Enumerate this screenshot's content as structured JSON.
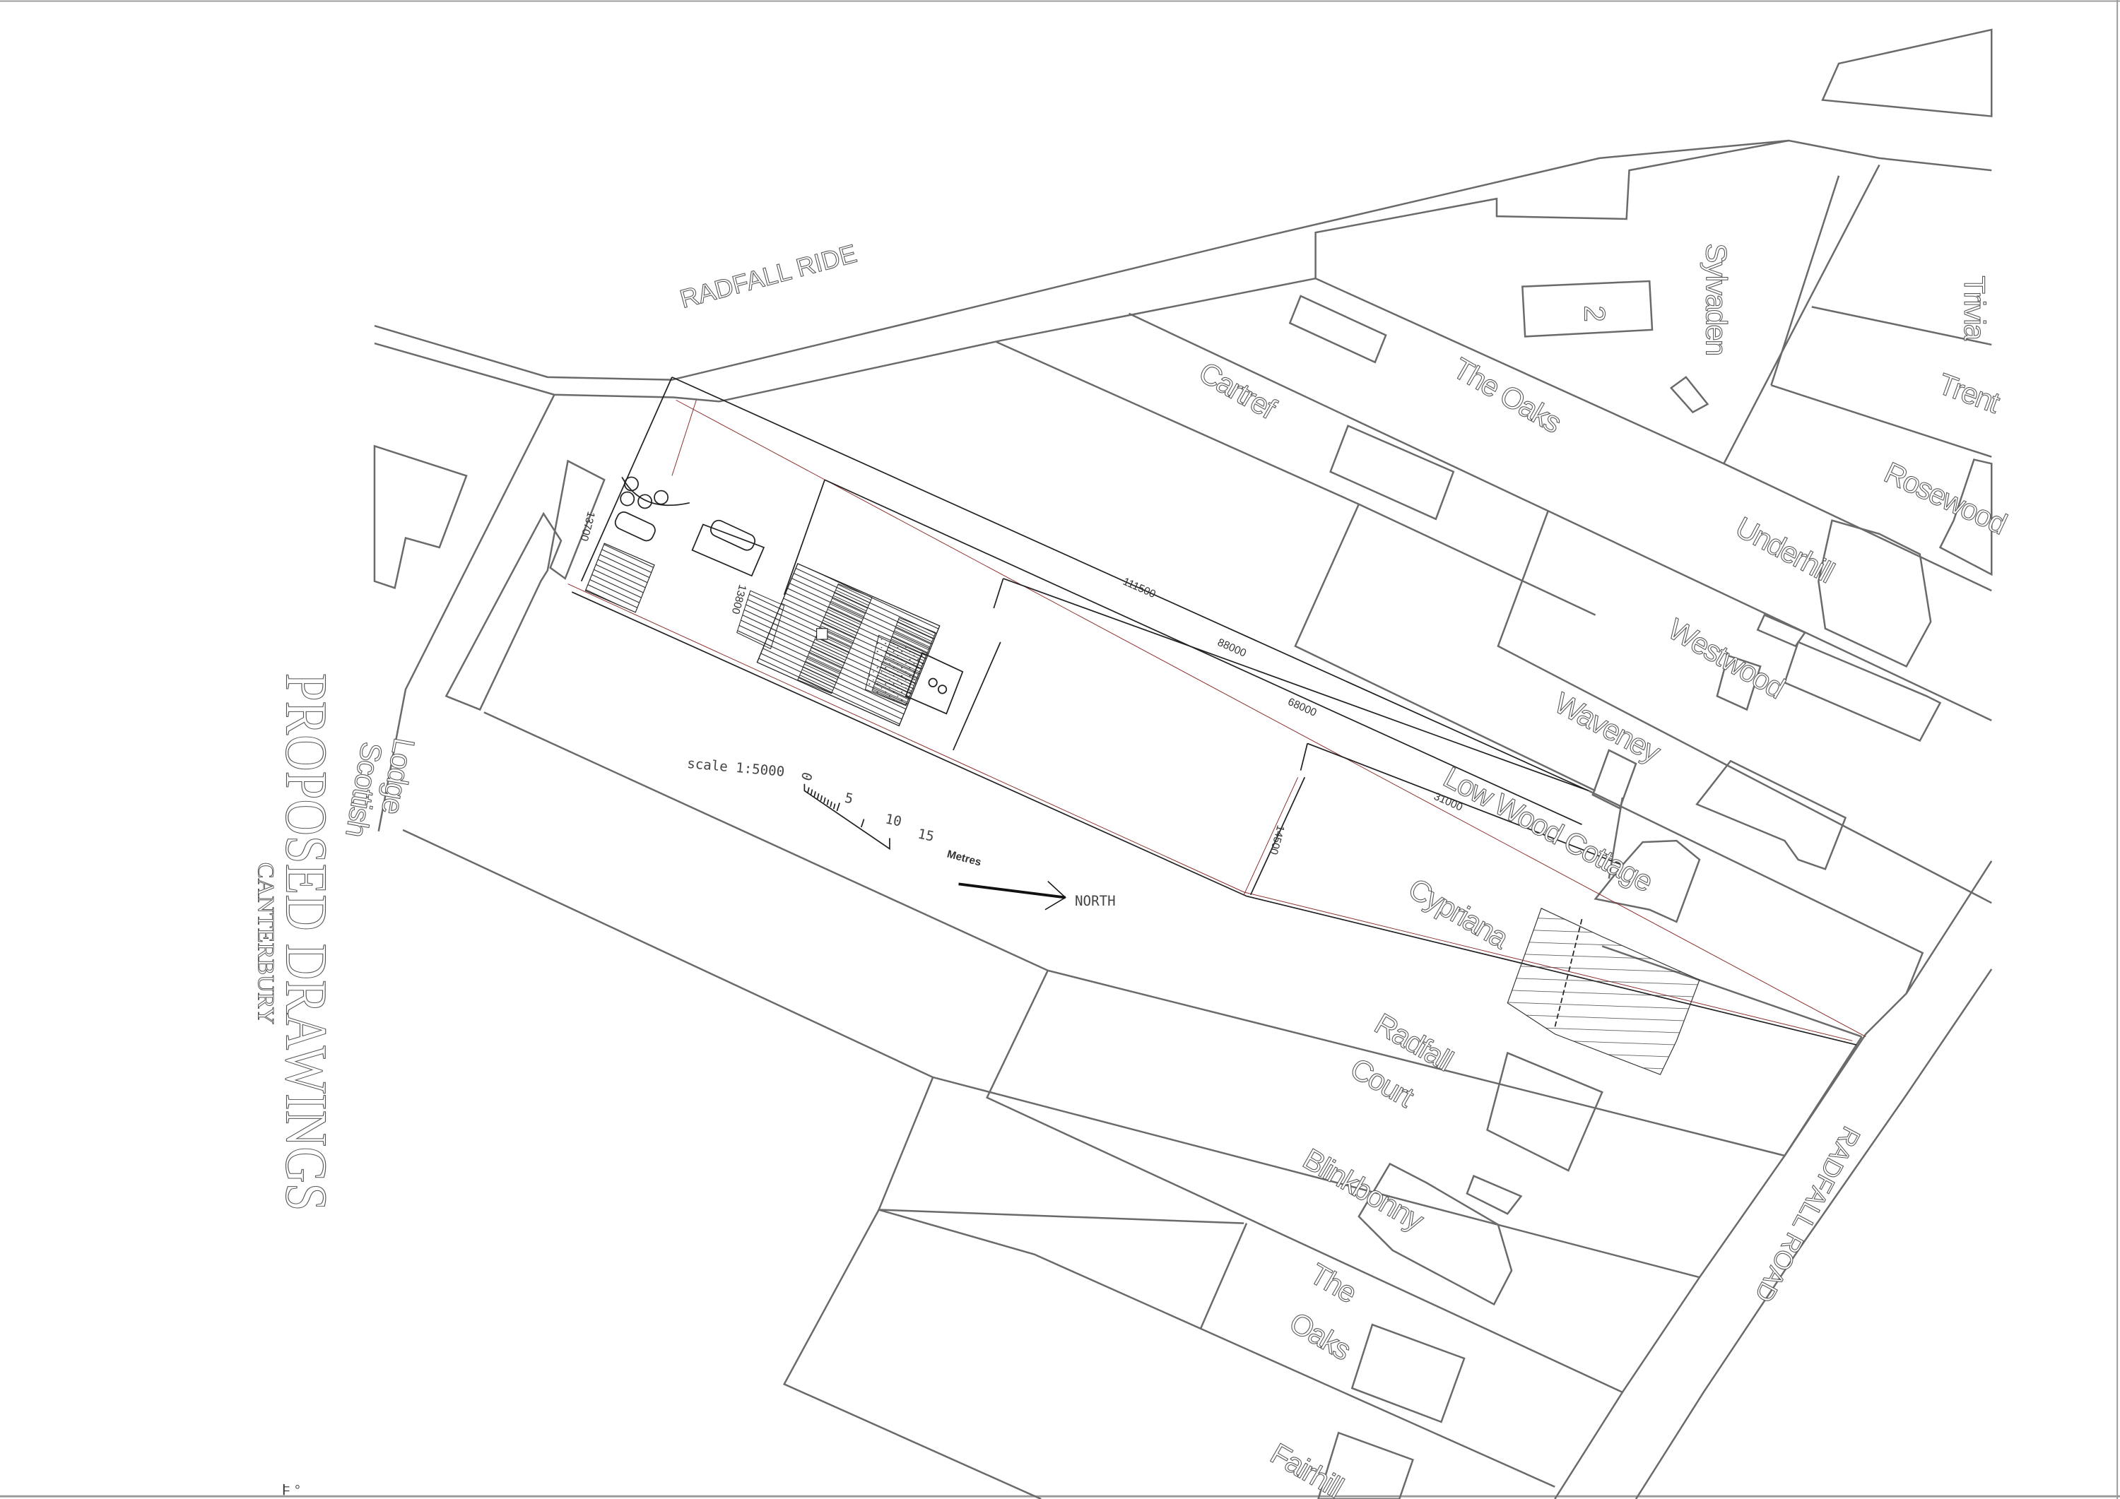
{
  "title": {
    "main": "PROPOSED DRAWINGS",
    "location": "CANTERBURY"
  },
  "roads": {
    "north": "RADFALL RIDE",
    "east": "RADFALL ROAD"
  },
  "properties": {
    "cartref": "Cartref",
    "the_oaks_north": "The Oaks",
    "sylvaden": "Sylvaden",
    "house_number": "2",
    "trivia": "Trivia",
    "trent": "Trent",
    "rosewood": "Rosewood",
    "underhill": "Underhill",
    "westwood": "Westwood",
    "waveney": "Waveney",
    "low_wood_cottage": "Low Wood Cottage",
    "cypriana": "Cypriana",
    "radfall_court_line1": "Radfall",
    "radfall_court_line2": "Court",
    "blinkbonny": "Blinkbonny",
    "the_oaks_south_line1": "The",
    "the_oaks_south_line2": "Oaks",
    "fairhill": "Fairhill",
    "scottish_lodge_line1": "Scottish",
    "scottish_lodge_line2": "Lodge"
  },
  "dimensions": {
    "d1": "111500",
    "d2": "88000",
    "d3": "68000",
    "d4": "31000",
    "d5": "14500",
    "d6": "13700",
    "d7": "13800"
  },
  "scale": {
    "label": "scale 1:5000",
    "ticks": [
      "0",
      "5",
      "10",
      "15"
    ],
    "unit": "Metres"
  },
  "north_arrow": {
    "label": "NORTH"
  },
  "colors": {
    "linework": "#6a6a6a",
    "site_boundary": "#8a2a2a",
    "text_outline": "#555555"
  }
}
